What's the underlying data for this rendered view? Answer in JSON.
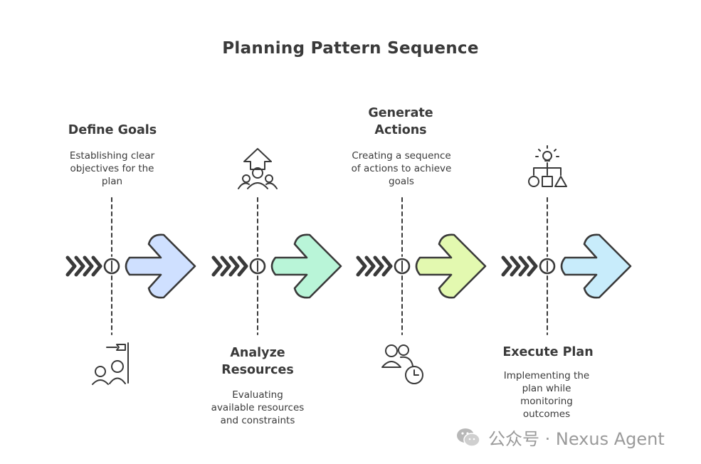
{
  "title": "Planning Pattern Sequence",
  "stages": [
    {
      "title_lines": [
        "Define Goals"
      ],
      "description_lines": [
        "Establishing clear",
        "objectives for the",
        "plan"
      ],
      "position": "top",
      "icon": "team-flag-icon",
      "color": "#cfe0ff"
    },
    {
      "title_lines": [
        "Analyze",
        "Resources"
      ],
      "description_lines": [
        "Evaluating",
        "available resources",
        "and constraints"
      ],
      "position": "bottom",
      "icon": "group-arrow-up-icon",
      "color": "#b9f5d8"
    },
    {
      "title_lines": [
        "Generate",
        "Actions"
      ],
      "description_lines": [
        "Creating a sequence",
        "of actions to achieve",
        "goals"
      ],
      "position": "top",
      "icon": "users-clock-icon",
      "color": "#e3f9b0"
    },
    {
      "title_lines": [
        "Execute Plan"
      ],
      "description_lines": [
        "Implementing the",
        "plan while",
        "monitoring",
        "outcomes"
      ],
      "position": "bottom",
      "icon": "lightbulb-shapes-icon",
      "color": "#c8ecfb"
    }
  ],
  "watermark": {
    "text": "公众号 · Nexus Agent",
    "icon": "wechat-icon"
  }
}
